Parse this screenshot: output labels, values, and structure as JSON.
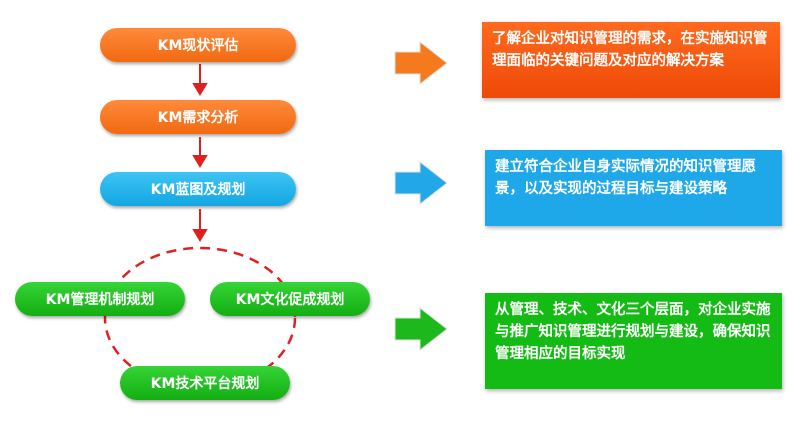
{
  "steps": [
    {
      "label": "KM现状评估",
      "color": "#f57420"
    },
    {
      "label": "KM需求分析",
      "color": "#f57420"
    },
    {
      "label": "KM蓝图及规划",
      "color": "#1eb0ea"
    }
  ],
  "sub_plans": [
    "KM管理机制规划",
    "KM文化促成规划",
    "KM技术平台规划"
  ],
  "descriptions": [
    {
      "text": "了解企业对知识管理的需求，在实施知识管理面临的关键问题及对应的解决方案",
      "color": "#f05a10"
    },
    {
      "text": "建立符合企业自身实际情况的知识管理愿景，以及实现的过程目标与建设策略",
      "color": "#1aa6e8"
    },
    {
      "text": "从管理、技术、文化三个层面，对企业实施与推广知识管理进行规划与建设，确保知识管理相应的目标实现",
      "color": "#12b812"
    }
  ]
}
